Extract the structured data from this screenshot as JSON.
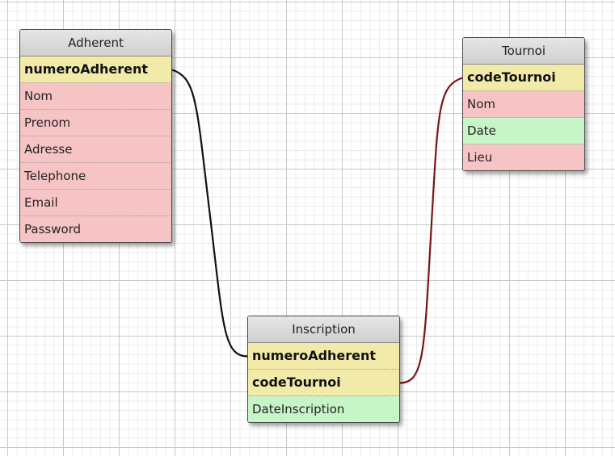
{
  "colors": {
    "key": "#f2eaa8",
    "plain": "#f7c4c6",
    "date": "#c8f5c8",
    "link_adherent": "#111111",
    "link_tournoi": "#7a1416"
  },
  "tables": [
    {
      "name": "Adherent",
      "fields": [
        {
          "label": "numeroAdherent",
          "kind": "key"
        },
        {
          "label": "Nom",
          "kind": "plain"
        },
        {
          "label": "Prenom",
          "kind": "plain"
        },
        {
          "label": "Adresse",
          "kind": "plain"
        },
        {
          "label": "Telephone",
          "kind": "plain"
        },
        {
          "label": "Email",
          "kind": "plain"
        },
        {
          "label": "Password",
          "kind": "plain"
        }
      ]
    },
    {
      "name": "Tournoi",
      "fields": [
        {
          "label": "codeTournoi",
          "kind": "key"
        },
        {
          "label": "Nom",
          "kind": "plain"
        },
        {
          "label": "Date",
          "kind": "date"
        },
        {
          "label": "Lieu",
          "kind": "plain"
        }
      ]
    },
    {
      "name": "Inscription",
      "fields": [
        {
          "label": "numeroAdherent",
          "kind": "key"
        },
        {
          "label": "codeTournoi",
          "kind": "key"
        },
        {
          "label": "DateInscription",
          "kind": "date"
        }
      ]
    }
  ],
  "relations": [
    {
      "from_table": "Adherent",
      "from_field": "numeroAdherent",
      "to_table": "Inscription",
      "to_field": "numeroAdherent",
      "color_key": "link_adherent"
    },
    {
      "from_table": "Tournoi",
      "from_field": "codeTournoi",
      "to_table": "Inscription",
      "to_field": "codeTournoi",
      "color_key": "link_tournoi"
    }
  ]
}
